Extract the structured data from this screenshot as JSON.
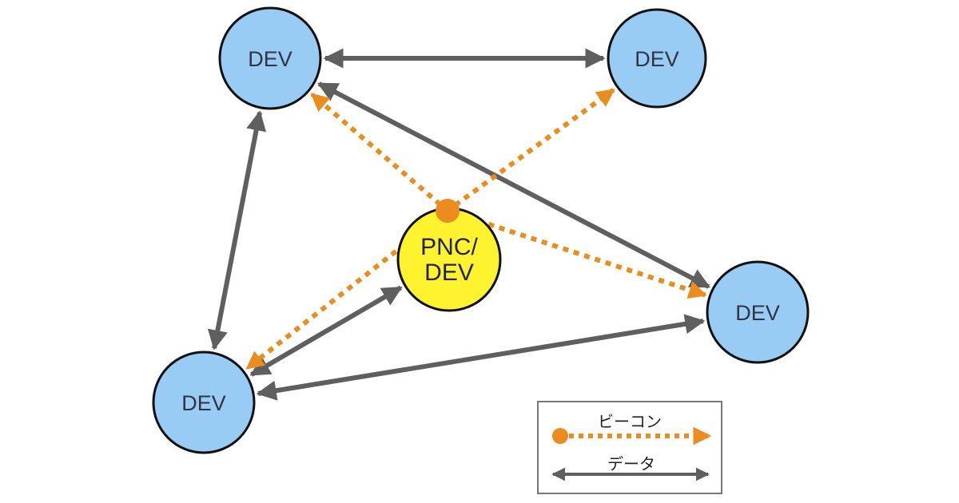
{
  "diagram": {
    "title": "Piconet topology",
    "colors": {
      "dev_fill": "#99ccf5",
      "pnc_fill": "#fff22e",
      "node_stroke": "#111111",
      "data_arrow": "#5f5f5f",
      "beacon_arrow": "#ea8c1e",
      "legend_border": "#777777"
    },
    "nodes": [
      {
        "id": "dev-top-left",
        "lines": [
          "DEV"
        ],
        "type": "dev"
      },
      {
        "id": "dev-top-right",
        "lines": [
          "DEV"
        ],
        "type": "dev"
      },
      {
        "id": "pnc",
        "lines": [
          "PNC/",
          "DEV"
        ],
        "type": "pnc"
      },
      {
        "id": "dev-right",
        "lines": [
          "DEV"
        ],
        "type": "dev"
      },
      {
        "id": "dev-bottom-left",
        "lines": [
          "DEV"
        ],
        "type": "dev"
      }
    ],
    "data_links": [
      {
        "from": "dev-top-left",
        "to": "dev-top-right",
        "bidirectional": true
      },
      {
        "from": "dev-top-left",
        "to": "dev-right",
        "bidirectional": true
      },
      {
        "from": "dev-top-left",
        "to": "dev-bottom-left",
        "bidirectional": true
      },
      {
        "from": "dev-bottom-left",
        "to": "pnc",
        "bidirectional": true
      },
      {
        "from": "dev-bottom-left",
        "to": "dev-right",
        "bidirectional": true
      }
    ],
    "beacon_links": [
      {
        "from": "pnc",
        "to": "dev-top-left"
      },
      {
        "from": "pnc",
        "to": "dev-top-right"
      },
      {
        "from": "pnc",
        "to": "dev-right"
      },
      {
        "from": "pnc",
        "to": "dev-bottom-left"
      }
    ],
    "legend": {
      "beacon_label": "ビーコン",
      "data_label": "データ"
    }
  }
}
